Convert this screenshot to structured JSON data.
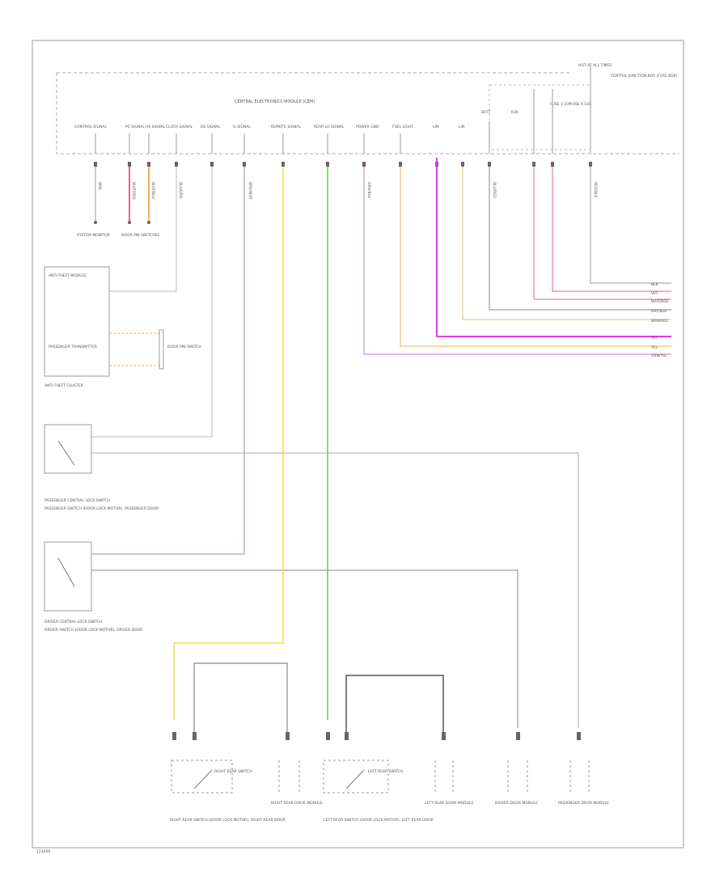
{
  "page": {
    "footer_code": "123456"
  },
  "module": {
    "title": "CENTRAL ELECTRONICS MODULE (CEM)",
    "hot_at_label": "HOT AT ALL TIMES",
    "fuse_box_label": "CENTRAL JUNCTION BOX (FUSE BOX)",
    "fuse_a": "FUSE 3 10A",
    "fuse_b": "FUSE 4 10A",
    "pins": [
      {
        "label": "CONTROL SIGNAL"
      },
      {
        "label": "PC SIGNAL"
      },
      {
        "label": "HS SIGNAL"
      },
      {
        "label": "CLOCK SIGNAL"
      },
      {
        "label": "DS SIGNAL"
      },
      {
        "label": "IL SIGNAL"
      },
      {
        "label": "REMOTE SIGNAL"
      },
      {
        "label": "REAR LH SIGNAL"
      },
      {
        "label": "POWER GND"
      },
      {
        "label": "FUEL LIGHT"
      },
      {
        "label": "LIN"
      },
      {
        "label": "LIN"
      },
      {
        "label": "BATT"
      },
      {
        "label": "IGN"
      }
    ]
  },
  "components": {
    "system_monitor": "SYSTEM MONITOR",
    "door_pins": "DOOR PIN SWITCHES",
    "antitheft": "ANTI-THEFT MODULE",
    "antitheft_sub": "PASSENGER TRANSMITTER",
    "door_pin_box": "DOOR PIN SWITCH",
    "antitheft_loc": "ANTI-THEFT CLUSTER",
    "passenger_switch": "PASSENGER CENTRAL LOCK SWITCH",
    "passenger_switch_desc": "PASSENGER SWITCH (DOOR LOCK MOTOR), PASSENGER DOOR",
    "driver_switch": "DRIVER CENTRAL LOCK SWITCH",
    "driver_switch_desc": "DRIVER SWITCH (DOOR LOCK MOTOR), DRIVER DOOR",
    "rr_switch": "RIGHT REAR SWITCH",
    "rr_switch_desc": "RIGHT REAR SWITCH (DOOR LOCK MOTOR), RIGHT REAR DOOR",
    "rr_module": "RIGHT REAR DOOR MODULE",
    "lr_switch": "LEFT REAR SWITCH",
    "lr_switch_desc": "LEFT REAR SWITCH (DOOR LOCK MOTOR), LEFT REAR DOOR",
    "lr_module": "LEFT REAR DOOR MODULE",
    "driver_module": "DRIVER DOOR MODULE",
    "passenger_module": "PASSENGER DOOR MODULE"
  },
  "wires": [
    {
      "color_name": "VIO",
      "hex": "#e040e0"
    },
    {
      "color_name": "YEL",
      "hex": "#e8e040"
    },
    {
      "color_name": "GRN",
      "hex": "#40e040"
    },
    {
      "color_name": "ORG",
      "hex": "#f0b060"
    },
    {
      "color_name": "PNK",
      "hex": "#f06080"
    },
    {
      "color_name": "BRN",
      "hex": "#b08a8a"
    },
    {
      "color_name": "GRY",
      "hex": "#888888"
    }
  ],
  "wire_tags": [
    "BRN",
    "WHT/RED",
    "WHT/BLU",
    "BLU/GRN",
    "VIO",
    "YEL",
    "GRN/YEL",
    "BRN/WHT",
    "BLK",
    "GRY/BLU",
    "BLU/RED",
    "RED/BLK",
    "GRN/BLU",
    "BRN/RED"
  ]
}
